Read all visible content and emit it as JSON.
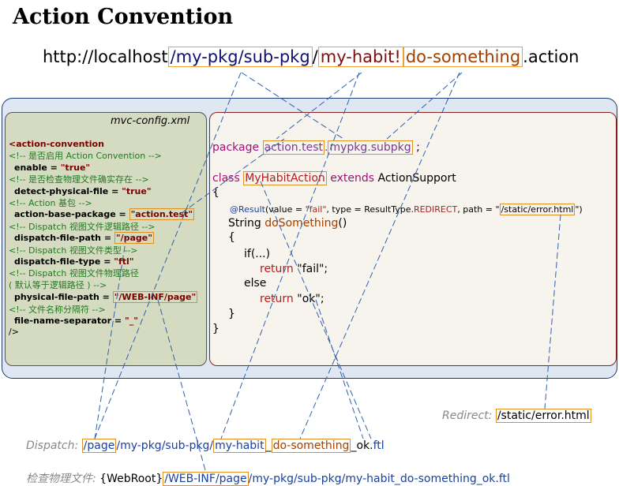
{
  "title": "Action Convention",
  "url": {
    "prefix": "http://localhost",
    "slash1": "/",
    "pkg": "my-pkg/sub-pkg",
    "slash2": "/",
    "habit": "my-habit",
    "bang": "!",
    "method": "do-something",
    "suffix": ".action"
  },
  "config": {
    "title": "mvc-config.xml",
    "open_tag": "<action-convention",
    "c1": "<!-- 是否启用 Action Convention -->",
    "enable_attr": "enable = ",
    "enable_val": "\"true\"",
    "c2": "<!-- 是否检查物理文件确实存在 -->",
    "detect_attr": "detect-physical-file = ",
    "detect_val": "\"true\"",
    "c3": "<!-- Action 基包 -->",
    "base_attr": "action-base-package = ",
    "base_val": "\"action.test\"",
    "c4": "<!-- Dispatch 视图文件逻辑路径 -->",
    "dpath_attr": "dispatch-file-path = ",
    "dpath_val": "\"/page\"",
    "c5": "<!-- Dispatch 视图文件类型 -->",
    "dtype_attr": "dispatch-file-type = ",
    "dtype_val": "\"ftl\"",
    "c6": "<!-- Dispatch 视图文件物理路径",
    "c6b": "( 默认等于逻辑路径 ) -->",
    "ppath_attr": "physical-file-path = ",
    "ppath_val": "\"/WEB-INF/page\"",
    "c7": "<!-- 文件名称分隔符 -->",
    "sep_attr": "file-name-separator = ",
    "sep_val": "\"_\"",
    "close": "/>"
  },
  "code": {
    "package_kw": "package",
    "pkg_a": "action.test",
    "dot": ".",
    "pkg_b": "mypkg.subpkg",
    "semi": ";",
    "class_kw": "class",
    "class_name": "MyHabitAction",
    "extends_kw": "extends",
    "super": "ActionSupport",
    "brace_open": "{",
    "ann_name": "@Result",
    "ann_p1": "(value = ",
    "ann_fail": "\"fail\"",
    "ann_p2": ", type = ",
    "ann_type": "ResultType.",
    "ann_redirect": "REDIRECT",
    "ann_p3": ", path = \"",
    "ann_path": "/static/error.html",
    "ann_p4": "\")",
    "method_ret": "String ",
    "method_name": "doSomething",
    "method_paren": "()",
    "m_open": "{",
    "if_line": "if(...)",
    "return_kw": "return",
    "fail": " \"fail\";",
    "else": "else",
    "ok": " \"ok\";",
    "m_close": "}",
    "brace_close": "}"
  },
  "redirect": {
    "label": "Redirect:",
    "path": "/static/error.html"
  },
  "dispatch": {
    "label": "Dispatch:",
    "page": "/page",
    "slash1": "/",
    "pkg": "my-pkg/sub-pkg",
    "slash2": "/",
    "habit": "my-habit",
    "sep": "_",
    "method": "do-something",
    "tail": "_ok.",
    "ext": "ftl"
  },
  "physical": {
    "label": "检查物理文件:",
    "root": "{WebRoot}",
    "path": "/WEB-INF/page",
    "rest": "/my-pkg/sub-pkg/my-habit_do-something_ok.ftl"
  }
}
